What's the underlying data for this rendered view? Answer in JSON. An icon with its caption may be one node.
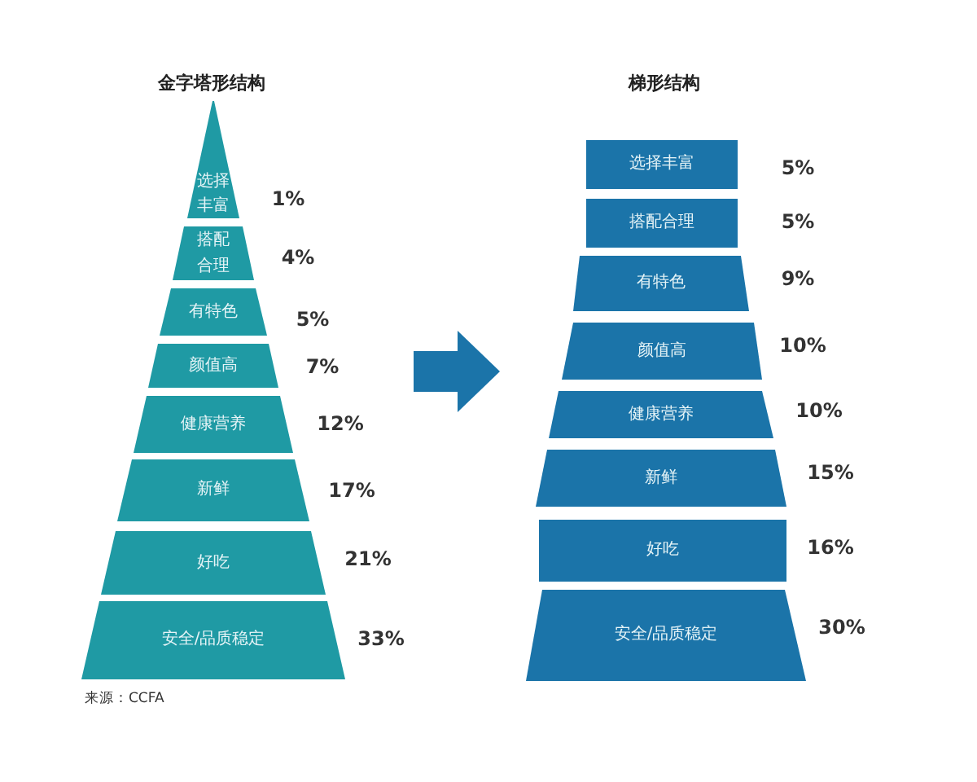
{
  "diagram": {
    "nodes": [
      {
        "text": [
          "金字塔形结构"
        ]
      },
      {
        "text": [
          "选择丰富"
        ],
        "in": 0,
        "beside": [
          "1%"
        ]
      },
      {
        "text": [
          "搭配合理"
        ],
        "in": 0,
        "beside": [
          "4%"
        ]
      },
      {
        "text": [
          "有特色"
        ],
        "in": 0,
        "beside": [
          "5%"
        ]
      },
      {
        "text": [
          "颜值高"
        ],
        "in": 0,
        "beside": [
          "7%"
        ]
      },
      {
        "text": [
          "健康营养"
        ],
        "in": 0,
        "beside": [
          "12%"
        ]
      },
      {
        "text": [
          "新鲜"
        ],
        "in": 0,
        "beside": [
          "17%"
        ]
      },
      {
        "text": [
          "好吃"
        ],
        "in": 0,
        "beside": [
          "21%"
        ]
      },
      {
        "text": [
          "安全/品质稳定"
        ],
        "in": 0,
        "beside": [
          "33%"
        ]
      },
      {
        "text": [
          "梯形结构"
        ]
      },
      {
        "text": [
          "选择丰富"
        ],
        "in": 9,
        "beside": [
          "5%"
        ]
      },
      {
        "text": [
          "搭配合理"
        ],
        "in": 9,
        "beside": [
          "5%"
        ]
      },
      {
        "text": [
          "有特色"
        ],
        "in": 9,
        "beside": [
          "9%"
        ]
      },
      {
        "text": [
          "颜值高"
        ],
        "in": 9,
        "beside": [
          "10%"
        ]
      },
      {
        "text": [
          "健康营养"
        ],
        "in": 9,
        "beside": [
          "10%"
        ]
      },
      {
        "text": [
          "新鲜"
        ],
        "in": 9,
        "beside": [
          "15%"
        ]
      },
      {
        "text": [
          "好吃"
        ],
        "in": 9,
        "beside": [
          "16%"
        ]
      },
      {
        "text": [
          "安全/品质稳定"
        ],
        "in": 9,
        "beside": [
          "30%"
        ]
      }
    ],
    "edges": [
      {
        "from": 0,
        "to": 9,
        "arrow": "to"
      }
    ],
    "labels": [
      "来源：CCFA"
    ]
  }
}
